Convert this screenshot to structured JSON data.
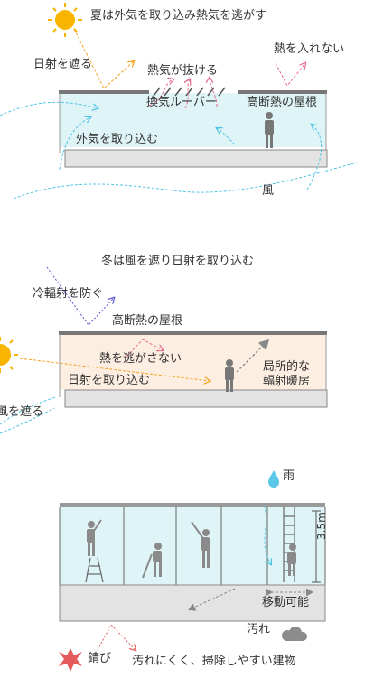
{
  "summer": {
    "title": "夏は外気を取り込み熱気を逃がす",
    "sun_shade": "日射を遮る",
    "heat_escape": "熱気が抜ける",
    "no_heat_in": "熱を入れない",
    "louver": "換気ルーバー",
    "roof": "高断熱の屋根",
    "outside_air": "外気を取り込む",
    "wind": "風"
  },
  "winter": {
    "title": "冬は風を遮り日射を取り込む",
    "cold_rad": "冷輻射を防ぐ",
    "roof": "高断熱の屋根",
    "keep_heat": "熱を逃がさない",
    "sun_in": "日射を取り込む",
    "local_heat_line1": "局所的な",
    "local_heat_line2": "輻射暖房",
    "wind_block": "風を遮る"
  },
  "maintenance": {
    "rain": "雨",
    "height": "3.5m",
    "movable": "移動可能",
    "dirt": "汚れ",
    "rust": "錆び",
    "caption": "汚れにくく、掃除しやすい建物"
  },
  "colors": {
    "sun": "#f4a21f",
    "wind": "#4fc3e6",
    "heat": "#e86a8a",
    "glass": "#dff4f7",
    "warm": "#fdeee2",
    "floor": "#e3e3e3",
    "cold": "#5a4fcf",
    "rust": "#e55a5a"
  }
}
